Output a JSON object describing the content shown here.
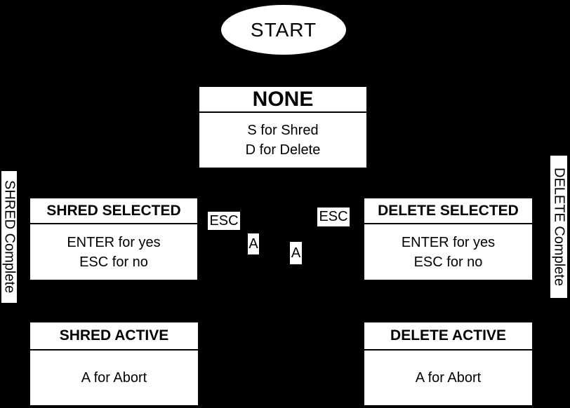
{
  "canvas": {
    "background_color": "#000000",
    "node_fill_color": "#ffffff",
    "text_color": "#000000"
  },
  "diagram": {
    "type": "state-diagram",
    "start": {
      "label": "START"
    },
    "states": [
      {
        "id": "none",
        "title": "NONE",
        "body": [
          "S for Shred",
          "D for Delete"
        ]
      },
      {
        "id": "shred-selected",
        "title": "SHRED SELECTED",
        "body": [
          "ENTER for yes",
          "ESC for no"
        ]
      },
      {
        "id": "delete-selected",
        "title": "DELETE SELECTED",
        "body": [
          "ENTER for yes",
          "ESC for no"
        ]
      },
      {
        "id": "shred-active",
        "title": "SHRED ACTIVE",
        "body": [
          "A for Abort"
        ]
      },
      {
        "id": "delete-active",
        "title": "DELETE ACTIVE",
        "body": [
          "A for Abort"
        ]
      }
    ],
    "edge_labels": [
      {
        "id": "esc-left",
        "text": "ESC"
      },
      {
        "id": "esc-right",
        "text": "ESC"
      },
      {
        "id": "abort-left",
        "text": "A"
      },
      {
        "id": "abort-right",
        "text": "A"
      }
    ],
    "side_labels": [
      {
        "id": "shred-complete",
        "text": "SHRED Complete"
      },
      {
        "id": "delete-complete",
        "text": "DELETE Complete"
      }
    ]
  }
}
